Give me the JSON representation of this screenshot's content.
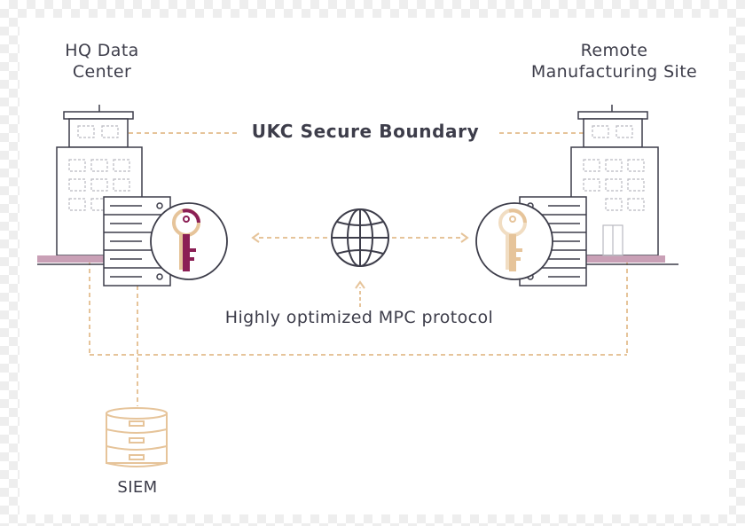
{
  "labels": {
    "hq_line1": "HQ Data",
    "hq_line2": "Center",
    "remote_line1": "Remote",
    "remote_line2": "Manufacturing Site",
    "boundary": "UKC Secure Boundary",
    "protocol": "Highly optimized MPC protocol",
    "siem": "SIEM"
  },
  "icons": {
    "hq_building": "office-building-icon",
    "remote_building": "office-building-icon",
    "hq_server": "server-rack-icon",
    "remote_server": "server-rack-icon",
    "hq_key": "key-share-icon",
    "remote_key": "key-share-icon",
    "network": "globe-icon",
    "siem": "database-icon"
  },
  "colors": {
    "line": "#3d3d4a",
    "dashed_connector": "#e6c49a",
    "key_primary": "#8b1f55",
    "key_secondary": "#e6c49a",
    "base_strip": "#c9a0b6",
    "siem": "#e6c49a",
    "ink_text": "#3d3d4a"
  }
}
